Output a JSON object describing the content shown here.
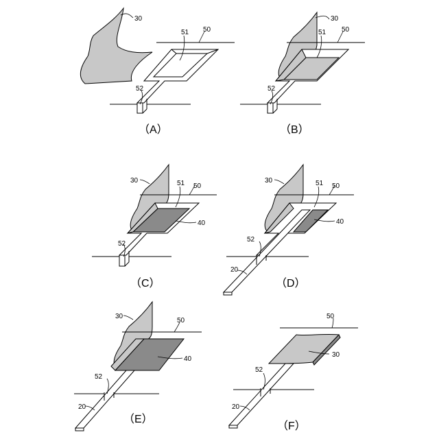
{
  "colors": {
    "line": "#000000",
    "background": "#ffffff",
    "film_gray": "#c8c8c8",
    "chip_dark": "#8a8a8a"
  },
  "panels": [
    {
      "caption": "（A）",
      "labels": {
        "r30": "30",
        "r51": "51",
        "r50": "50",
        "r52": "52"
      }
    },
    {
      "caption": "（B）",
      "labels": {
        "r30": "30",
        "r51": "51",
        "r50": "50",
        "r52": "52"
      }
    },
    {
      "caption": "（C）",
      "labels": {
        "r30": "30",
        "r51": "51",
        "r50": "50",
        "r40": "40",
        "r52": "52"
      }
    },
    {
      "caption": "（D）",
      "labels": {
        "r30": "30",
        "r51": "51",
        "r50": "50",
        "r40": "40",
        "r52": "52",
        "r20": "20"
      }
    },
    {
      "caption": "（E）",
      "labels": {
        "r30": "30",
        "r50": "50",
        "r40": "40",
        "r52": "52",
        "r20": "20"
      }
    },
    {
      "caption": "（F）",
      "labels": {
        "r50": "50",
        "r30": "30",
        "r52": "52",
        "r20": "20"
      }
    }
  ]
}
